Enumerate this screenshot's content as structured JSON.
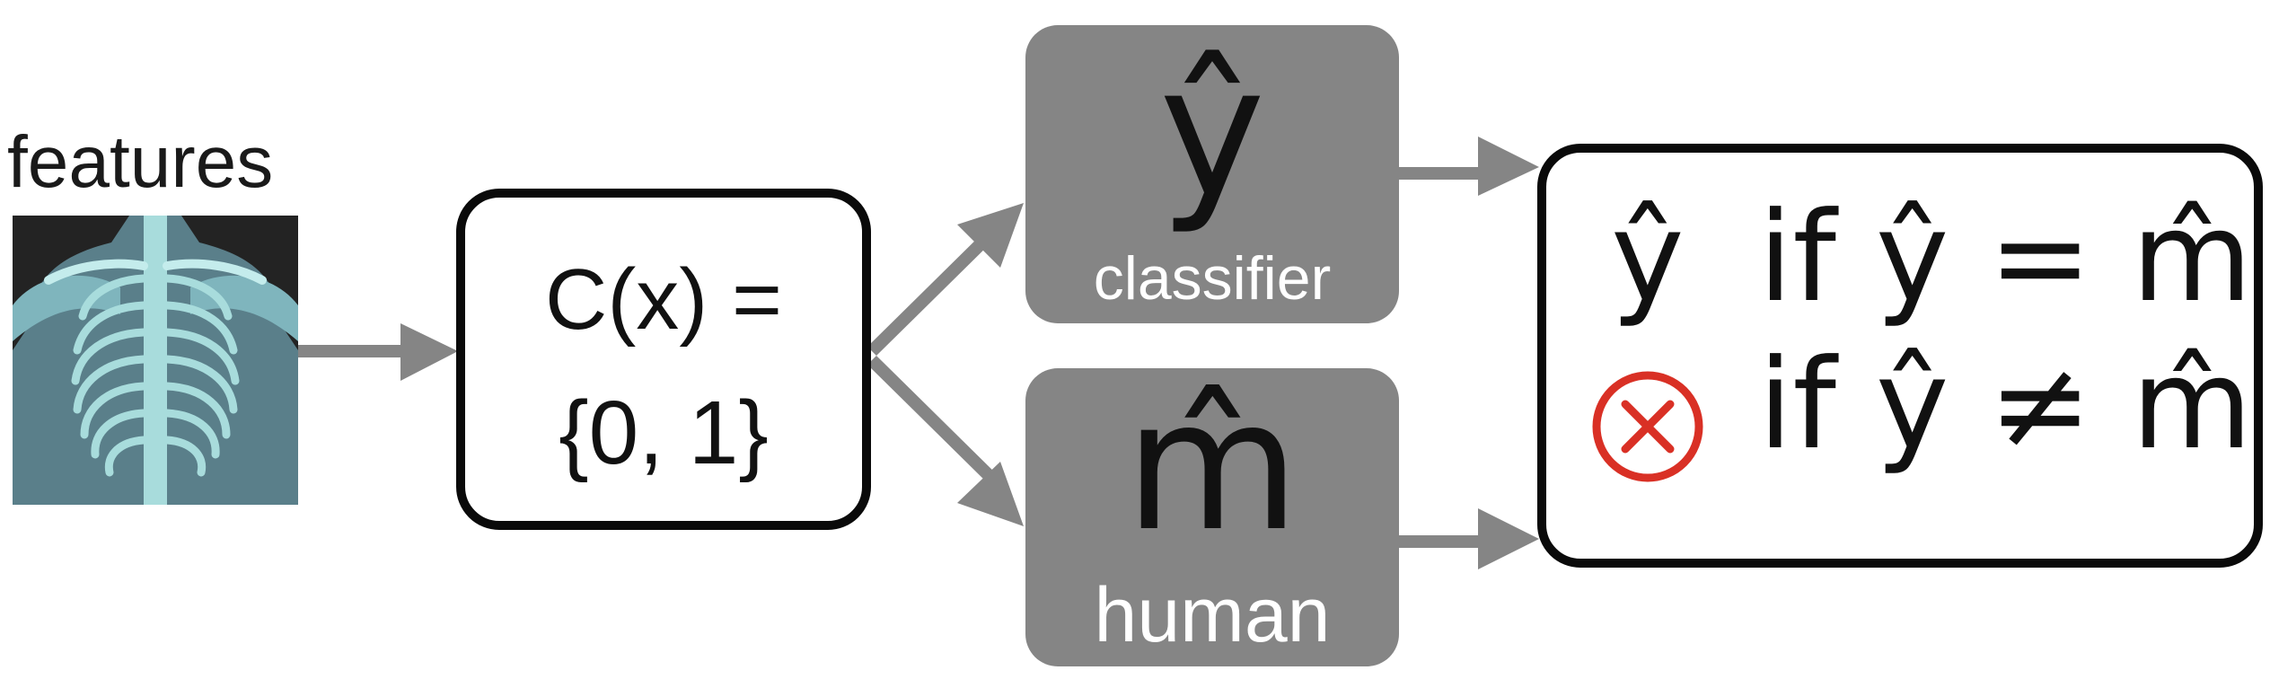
{
  "features_label": "features",
  "classifier_box": {
    "symbol": "ŷ",
    "caption": "classifier"
  },
  "human_box": {
    "symbol": "m̂",
    "caption": "human"
  },
  "c_box": {
    "line1": "C(x) =",
    "line2": "{0, 1}"
  },
  "output_box": {
    "row1": {
      "value": "ŷ",
      "condition": "if ŷ = m̂"
    },
    "row2": {
      "condition": "if ŷ ≠ m̂",
      "icon": "cross-circle-icon"
    }
  },
  "colors": {
    "box_grey": "#858585",
    "arrow": "#858585",
    "reject_red": "#d93025",
    "border": "#0a0a0a"
  }
}
